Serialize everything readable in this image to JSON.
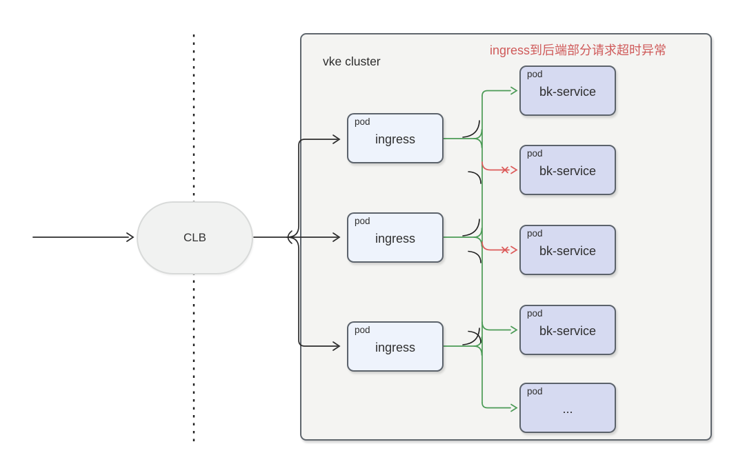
{
  "annotation": {
    "text": "ingress到后端部分请求超时异常",
    "color": "#cf5a5a"
  },
  "clb": {
    "label": "CLB"
  },
  "cluster": {
    "label": "vke cluster"
  },
  "ingress_pods": [
    {
      "tag": "pod",
      "name": "ingress"
    },
    {
      "tag": "pod",
      "name": "ingress"
    },
    {
      "tag": "pod",
      "name": "ingress"
    }
  ],
  "backend_pods": [
    {
      "tag": "pod",
      "name": "bk-service"
    },
    {
      "tag": "pod",
      "name": "bk-service"
    },
    {
      "tag": "pod",
      "name": "bk-service"
    },
    {
      "tag": "pod",
      "name": "bk-service"
    },
    {
      "tag": "pod",
      "name": "..."
    }
  ],
  "colors": {
    "ok_link": "#4a9a55",
    "failed_link": "#dc5a5a",
    "plain_link": "#2b2b2b",
    "ingress_fill": "#eef3fc",
    "backend_fill": "#d6daf1",
    "cluster_fill": "#f4f4f2",
    "node_border": "#5b626b"
  }
}
